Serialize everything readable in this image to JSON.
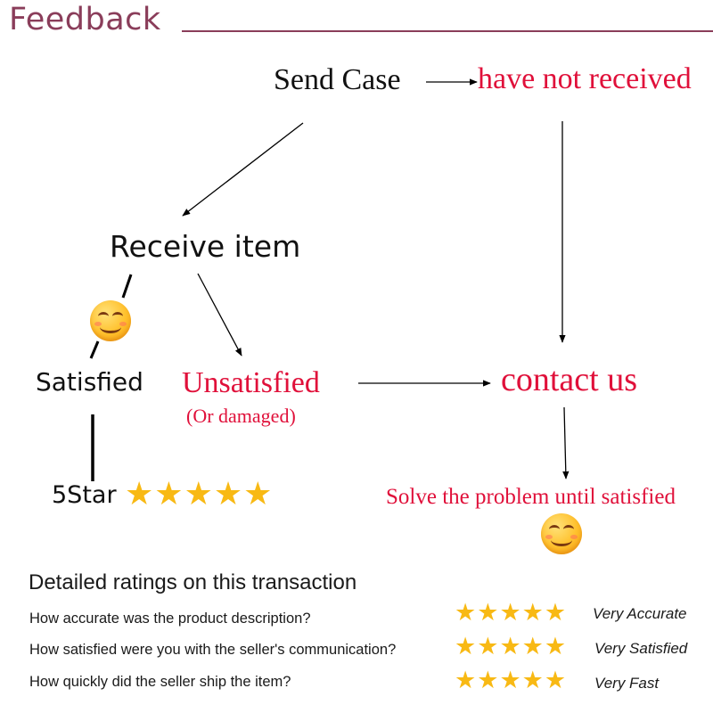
{
  "header": {
    "title": "Feedback"
  },
  "flow": {
    "send_case": "Send Case",
    "have_not_received": "have not received",
    "receive_item": "Receive item",
    "satisfied": "Satisfied",
    "unsatisfied": "Unsatisfied",
    "damaged_note": "(Or damaged)",
    "contact_us": "contact us",
    "five_star_label": "5Star",
    "five_star_rating": 5,
    "solve_problem": "Solve the problem until satisfied"
  },
  "ratings": {
    "title": "Detailed ratings on this transaction",
    "rows": [
      {
        "question": "How accurate was the product description?",
        "stars": 5,
        "label": "Very Accurate"
      },
      {
        "question": "How satisfied were you with the seller's communication?",
        "stars": 5,
        "label": "Very Satisfied"
      },
      {
        "question": "How quickly did the seller ship the item?",
        "stars": 5,
        "label": "Very Fast"
      }
    ]
  },
  "colors": {
    "header": "#8a3d5a",
    "highlight_red": "#e0103a",
    "star": "#f8b914",
    "text": "#1a1a1a"
  },
  "icons": {
    "emoji": "smiling-face-icon",
    "star": "star-icon"
  }
}
